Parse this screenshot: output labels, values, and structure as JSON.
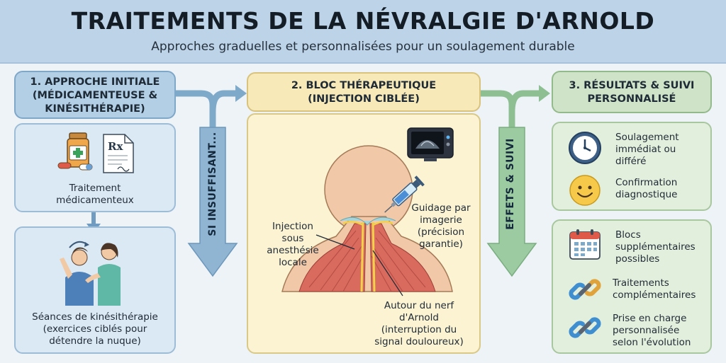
{
  "header": {
    "title": "TRAITEMENTS DE LA NÉVRALGIE D'ARNOLD",
    "subtitle": "Approches graduelles et personnalisées pour un soulagement durable"
  },
  "step1": {
    "heading": [
      "1. APPROCHE INITIALE",
      "(MÉDICAMENTEUSE &",
      "KINÉSITHÉRAPIE)"
    ],
    "card1_label": [
      "Traitement",
      "médicamenteux"
    ],
    "card2_label": [
      "Séances de kinésithérapie",
      "(exercices ciblés pour",
      "détendre la nuque)"
    ]
  },
  "arrow1_label": "SI INSUFFISANT...",
  "step2": {
    "heading": [
      "2. BLOC THÉRAPEUTIQUE",
      "(INJECTION CIBLÉE)"
    ],
    "injection_label": [
      "Injection",
      "sous",
      "anesthésie",
      "locale"
    ],
    "guidance_label": [
      "Guidage par",
      "imagerie",
      "(précision",
      "garantie)"
    ],
    "nerve_label": [
      "Autour du nerf",
      "d'Arnold",
      "(interruption du",
      "signal douloureux)"
    ]
  },
  "arrow2_label": "EFFETS & SUIVI",
  "step3": {
    "heading": [
      "3. RÉSULTATS & SUIVI",
      "PERSONNALISÉ"
    ],
    "items": [
      {
        "icon": "clock-icon",
        "text": [
          "Soulagement",
          "immédiat ou",
          "différé"
        ]
      },
      {
        "icon": "smiley-icon",
        "text": [
          "Confirmation",
          "diagnostique"
        ]
      },
      {
        "icon": "calendar-icon",
        "text": [
          "Blocs",
          "supplémentaires",
          "possibles"
        ]
      },
      {
        "icon": "chain-link-icon",
        "text": [
          "Traitements",
          "complémentaires"
        ]
      },
      {
        "icon": "chain-link-icon",
        "text": [
          "Prise en charge",
          "personnalisée",
          "selon l'évolution"
        ]
      }
    ]
  },
  "colors": {
    "blue": "#b2cfe6",
    "yellow": "#f7e9b8",
    "green": "#cfe3c8",
    "arrow_blue": "#7fa9c9",
    "arrow_green": "#8dbf93"
  }
}
